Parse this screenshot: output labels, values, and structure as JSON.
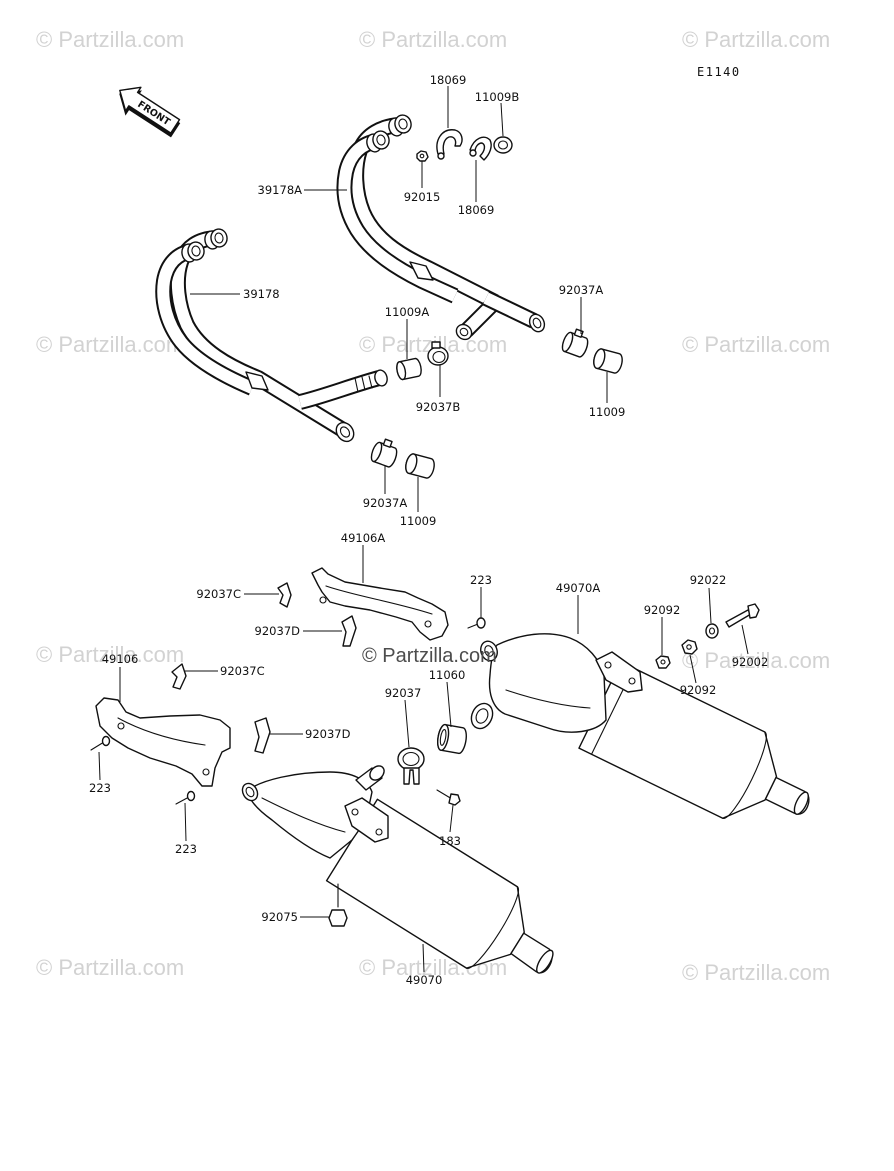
{
  "diagram_code": "E1140",
  "front_arrow_label": "FRONT",
  "watermark_text": "© Partzilla.com",
  "part_labels": [
    "18069",
    "11009B",
    "39178A",
    "92015",
    "18069",
    "39178",
    "92037A",
    "11009A",
    "92037B",
    "11009",
    "92037A",
    "11009",
    "49106A",
    "223",
    "49070A",
    "92022",
    "92037C",
    "92092",
    "92037D",
    "92002",
    "49106",
    "92037C",
    "11060",
    "92092",
    "92037",
    "92037D",
    "223",
    "183",
    "223",
    "92075",
    "49070"
  ]
}
